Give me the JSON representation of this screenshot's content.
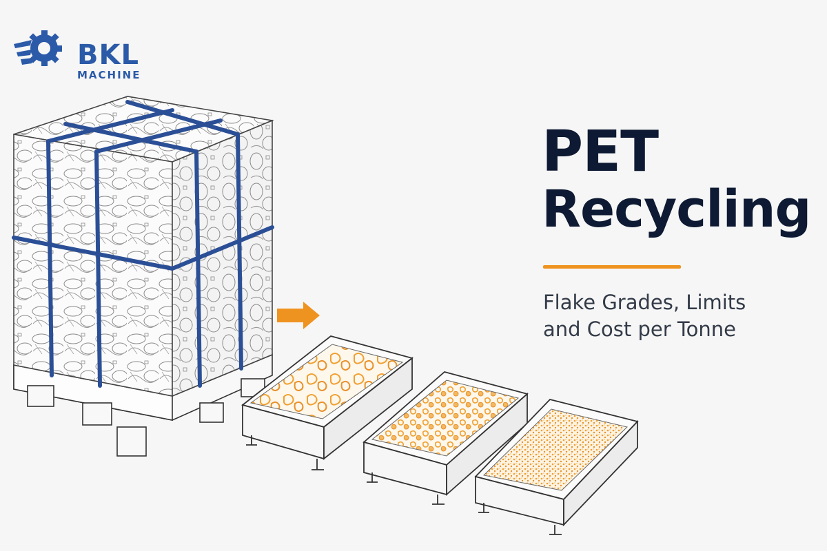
{
  "brand": {
    "name": "BKL",
    "tagline": "MACHINE",
    "color": "#2b5aa8"
  },
  "headline": {
    "line1": "PET",
    "line2": "Recycling",
    "color": "#0e1a33"
  },
  "accent_color": "#ef9320",
  "subtitle": {
    "line1": "Flake Grades, Limits",
    "line2": "and Cost per Tonne"
  },
  "illustration": {
    "bale_strap_color": "#2b4f96",
    "flake_color": "#f0a030",
    "icons": [
      "bottle-bale-icon",
      "arrow-right-icon",
      "coarse-flake-tray-icon",
      "medium-flake-tray-icon",
      "fine-flake-tray-icon"
    ]
  }
}
